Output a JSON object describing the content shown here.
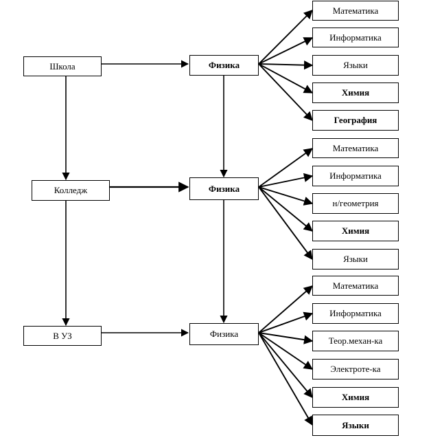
{
  "levels": [
    {
      "institution": "Школа",
      "physics": "Физика",
      "subjects": [
        "Математика",
        "Информатика",
        "Языки",
        "Химия",
        "География"
      ]
    },
    {
      "institution": "Колледж",
      "physics": "Физика",
      "subjects": [
        "Математика",
        "Информатика",
        "н/геометрия",
        "Химия",
        "Языки"
      ]
    },
    {
      "institution": "В УЗ",
      "physics": "Физика",
      "subjects": [
        "Математика",
        "Информатика",
        "Теор.механ-ка",
        "Электроте-ка",
        "Химия",
        "Языки"
      ]
    }
  ]
}
